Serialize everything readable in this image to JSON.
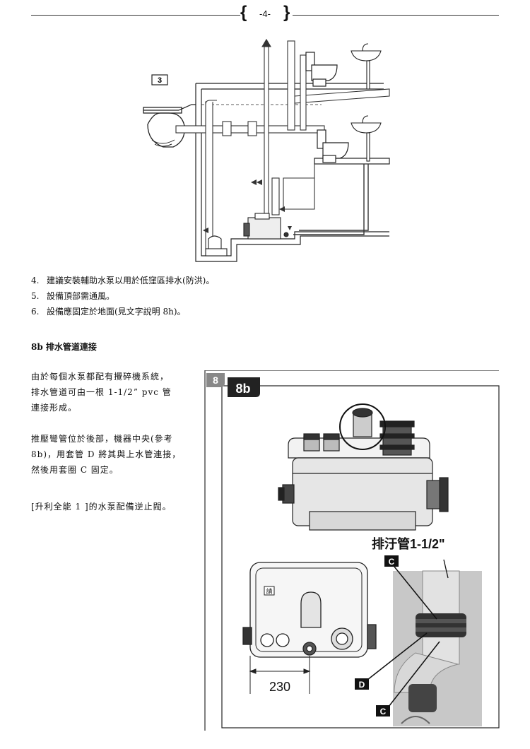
{
  "header": {
    "page_number": "-4-"
  },
  "figure_top": {
    "label": "3"
  },
  "list_items": [
    {
      "num": "4.",
      "text": "建議安裝輔助水泵以用於低窪區排水(防洪)。"
    },
    {
      "num": "5.",
      "text": "設備頂部需通風。"
    },
    {
      "num": "6.",
      "text": "設備應固定於地面(見文字說明 8h)。"
    }
  ],
  "section": {
    "title": "8b 排水管道連接"
  },
  "paragraphs": [
    {
      "lines": [
        "由於每個水泵都配有攪碎機系統，",
        "排水管道可由一根 1-1/2” pvc 管",
        "連接形成。"
      ]
    },
    {
      "lines": [
        "推壓彎管位於後部，機器中央(參考",
        "8b)，用套管 D 將其與上水管連接，",
        "然後用套圈 C 固定。"
      ]
    },
    {
      "lines": [
        "[升利全能 1 ]的水泵配備逆止閥。"
      ]
    }
  ],
  "figure_8b": {
    "tab_number": "8",
    "tab_label": "8b",
    "pipe_caption": "排汙管1-1/2\"",
    "label_c_top": "C",
    "label_d": "D",
    "label_c_bottom": "C",
    "dimension": "230",
    "device_mark": "請"
  }
}
